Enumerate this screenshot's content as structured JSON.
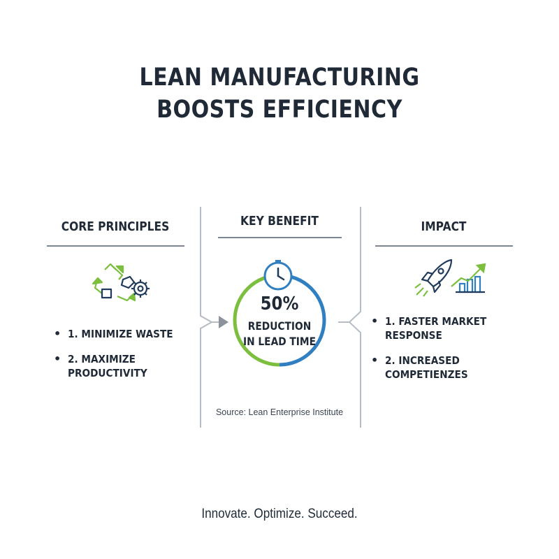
{
  "title": {
    "line1": "LEAN MANUFACTURING",
    "line2": "BOOSTS EFFICIENCY"
  },
  "columns": {
    "left": {
      "heading": "CORE PRINCIPLES",
      "icon": "recycle-gear-icon",
      "items": [
        "1. MINIMIZE WASTE",
        "2. MAXIMIZE\nPRODUCTIVITY"
      ]
    },
    "center": {
      "heading": "KEY BENEFIT",
      "icon": "clock-icon",
      "stat": "50%",
      "stat_label_line1": "REDUCTION",
      "stat_label_line2": "IN LEAD TIME",
      "source": "Source: Lean Enterprise Institute"
    },
    "right": {
      "heading": "IMPACT",
      "icons": [
        "rocket-icon",
        "growth-chart-icon"
      ],
      "items": [
        "1. FASTER MARKET\nRESPONSE",
        "2. INCREASED\nCOMPETIENZES"
      ]
    }
  },
  "tagline": "Innovate. Optimize. Succeed.",
  "colors": {
    "green": "#7cbf3f",
    "blue": "#2f7fc1",
    "navy": "#1f3a5a",
    "text": "#1f2a36"
  }
}
